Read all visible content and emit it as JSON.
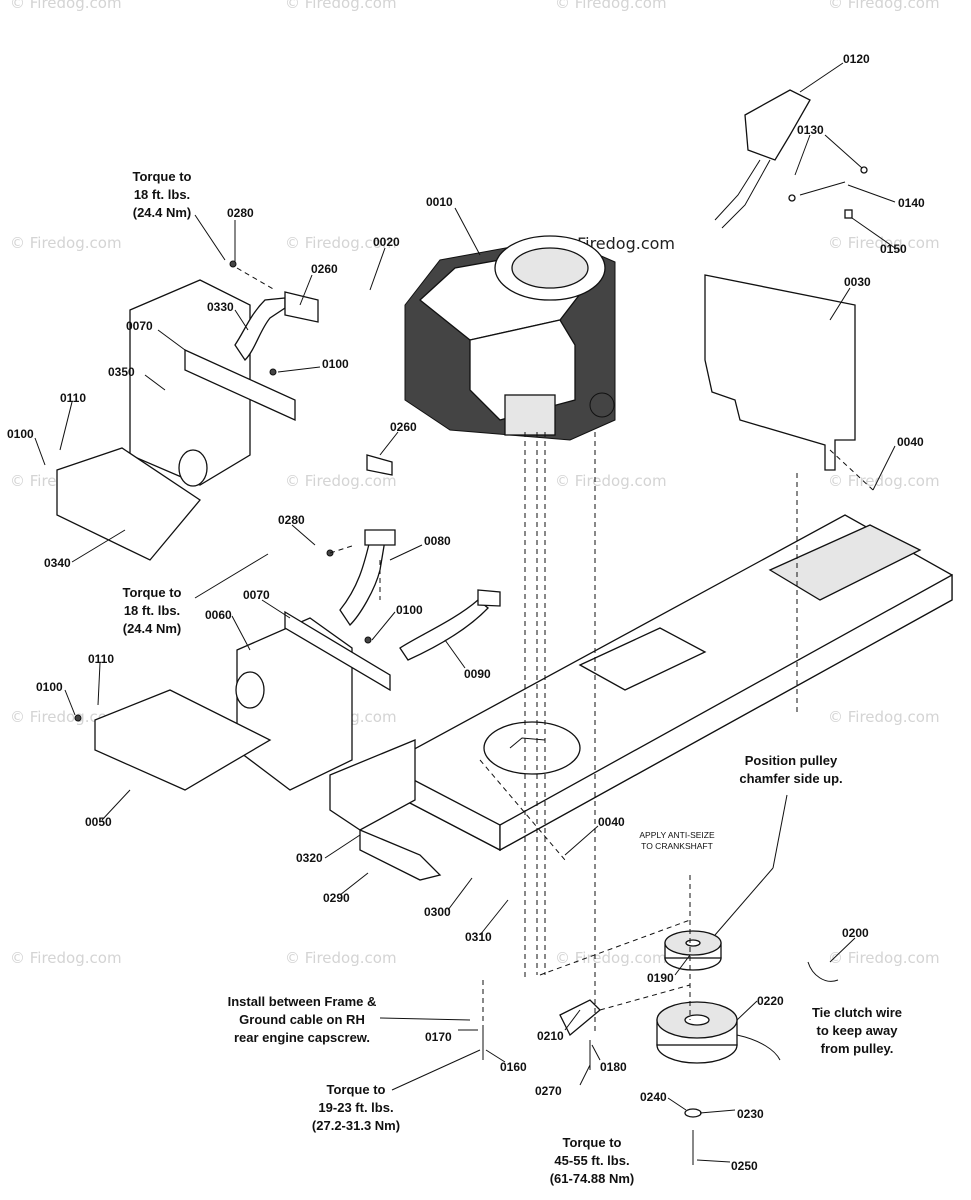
{
  "brand": "Firedog.com",
  "watermark": "© Firedog.com",
  "part_labels": {
    "p0010": "0010",
    "p0020": "0020",
    "p0030": "0030",
    "p0040a": "0040",
    "p0040b": "0040",
    "p0050": "0050",
    "p0060": "0060",
    "p0070a": "0070",
    "p0070b": "0070",
    "p0080": "0080",
    "p0090": "0090",
    "p0100a": "0100",
    "p0100b": "0100",
    "p0100c": "0100",
    "p0100d": "0100",
    "p0110a": "0110",
    "p0110b": "0110",
    "p0120": "0120",
    "p0130": "0130",
    "p0140": "0140",
    "p0150": "0150",
    "p0160": "0160",
    "p0170": "0170",
    "p0180": "0180",
    "p0190": "0190",
    "p0200": "0200",
    "p0210": "0210",
    "p0220": "0220",
    "p0230": "0230",
    "p0240": "0240",
    "p0250": "0250",
    "p0260a": "0260",
    "p0260b": "0260",
    "p0270": "0270",
    "p0280a": "0280",
    "p0280b": "0280",
    "p0290": "0290",
    "p0300": "0300",
    "p0310": "0310",
    "p0320": "0320",
    "p0330": "0330",
    "p0340": "0340",
    "p0350": "0350"
  },
  "notes": {
    "torque_top": [
      "Torque to",
      "18 ft. lbs.",
      "(24.4 Nm)"
    ],
    "torque_mid": [
      "Torque to",
      "18 ft. lbs.",
      "(24.4 Nm)"
    ],
    "torque_frame": [
      "Torque to",
      "19-23 ft. lbs.",
      "(27.2-31.3 Nm)"
    ],
    "torque_pulley": [
      "Torque to",
      "45-55 ft. lbs.",
      "(61-74.88 Nm)"
    ],
    "install_ground": [
      "Install between Frame &",
      "Ground cable on RH",
      "rear engine capscrew."
    ],
    "position_pulley": [
      "Position pulley",
      "chamfer side up."
    ],
    "tie_clutch": [
      "Tie clutch wire",
      "to keep away",
      "from pulley."
    ],
    "anti_seize": [
      "APPLY ANTI-SEIZE",
      "TO CRANKSHAFT"
    ]
  }
}
